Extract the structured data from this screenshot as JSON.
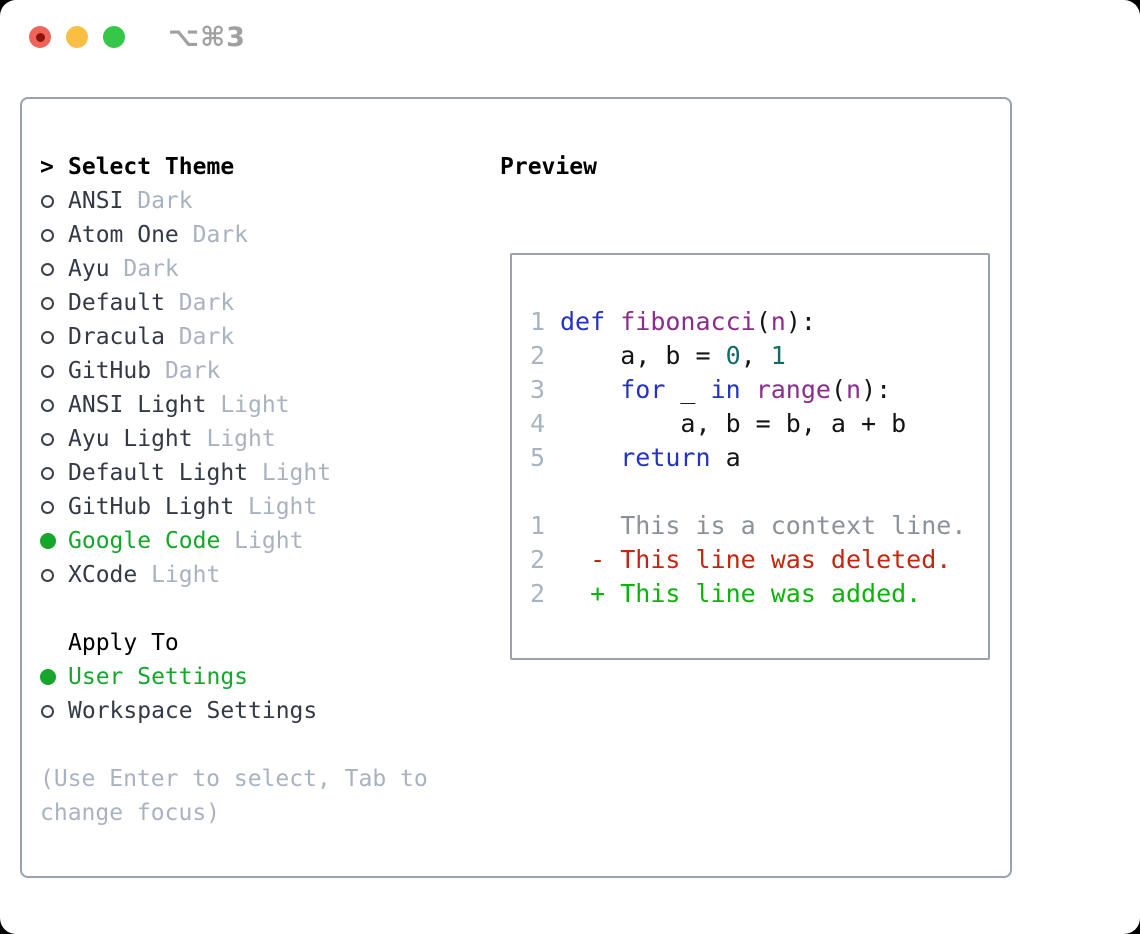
{
  "window": {
    "title": "⌥⌘3",
    "traffic_lights": [
      "close",
      "minimize",
      "zoom"
    ]
  },
  "colors": {
    "accent_green": "#16a62c",
    "diff_added_green": "#0db30d",
    "diff_deleted_red": "#c5260f",
    "keyword_blue": "#2433c4",
    "title_purple": "#8b2d8b",
    "number_teal": "#116b66",
    "muted_gray": "#a9b2bf",
    "line_number_gray": "#a9b4c2",
    "context_gray": "#8b9199",
    "list_text": "#333a46",
    "panel_border": "#9aa2ae",
    "traffic_red": "#f0645c",
    "traffic_yellow": "#f8bf44",
    "traffic_green": "#35c748"
  },
  "theme_picker": {
    "prompt": ">",
    "title": "Select Theme",
    "themes": [
      {
        "name": "ANSI",
        "variant": "Dark",
        "selected": false
      },
      {
        "name": "Atom One",
        "variant": "Dark",
        "selected": false
      },
      {
        "name": "Ayu",
        "variant": "Dark",
        "selected": false
      },
      {
        "name": "Default",
        "variant": "Dark",
        "selected": false
      },
      {
        "name": "Dracula",
        "variant": "Dark",
        "selected": false
      },
      {
        "name": "GitHub",
        "variant": "Dark",
        "selected": false
      },
      {
        "name": "ANSI Light",
        "variant": "Light",
        "selected": false
      },
      {
        "name": "Ayu Light",
        "variant": "Light",
        "selected": false
      },
      {
        "name": "Default Light",
        "variant": "Light",
        "selected": false
      },
      {
        "name": "GitHub Light",
        "variant": "Light",
        "selected": false
      },
      {
        "name": "Google Code",
        "variant": "Light",
        "selected": true
      },
      {
        "name": "XCode",
        "variant": "Light",
        "selected": false
      }
    ],
    "apply_to": {
      "title": "Apply To",
      "options": [
        {
          "name": "User Settings",
          "selected": true
        },
        {
          "name": "Workspace Settings",
          "selected": false
        }
      ]
    },
    "help_lines": [
      "(Use Enter to select, Tab to",
      "change focus)"
    ]
  },
  "preview": {
    "title": "Preview",
    "lines": [
      {
        "num": "1",
        "tokens": [
          [
            "def",
            "kw"
          ],
          [
            " ",
            "pl"
          ],
          [
            "fibonacci",
            "fn"
          ],
          [
            "(",
            "pl"
          ],
          [
            "n",
            "fn"
          ],
          [
            "):",
            "pl"
          ]
        ]
      },
      {
        "num": "2",
        "tokens": [
          [
            "    a, b = ",
            "pl"
          ],
          [
            "0",
            "num"
          ],
          [
            ", ",
            "pl"
          ],
          [
            "1",
            "num"
          ]
        ]
      },
      {
        "num": "3",
        "tokens": [
          [
            "    ",
            "pl"
          ],
          [
            "for",
            "kw"
          ],
          [
            " _ ",
            "pl"
          ],
          [
            "in",
            "kw"
          ],
          [
            " ",
            "pl"
          ],
          [
            "range",
            "fn"
          ],
          [
            "(",
            "pl"
          ],
          [
            "n",
            "fn"
          ],
          [
            "):",
            "pl"
          ]
        ]
      },
      {
        "num": "4",
        "tokens": [
          [
            "        a, b = b, a + b",
            "pl"
          ]
        ]
      },
      {
        "num": "5",
        "tokens": [
          [
            "    ",
            "pl"
          ],
          [
            "return",
            "kw"
          ],
          [
            " a",
            "pl"
          ]
        ]
      },
      {
        "num": "",
        "tokens": []
      },
      {
        "num": "1",
        "tokens": [
          [
            "    This is a context line.",
            "ctx"
          ]
        ]
      },
      {
        "num": "2",
        "tokens": [
          [
            "  ",
            "pl"
          ],
          [
            "- This line was deleted.",
            "del"
          ]
        ]
      },
      {
        "num": "2",
        "tokens": [
          [
            "  ",
            "pl"
          ],
          [
            "+ This line was added.",
            "add"
          ]
        ]
      }
    ]
  }
}
